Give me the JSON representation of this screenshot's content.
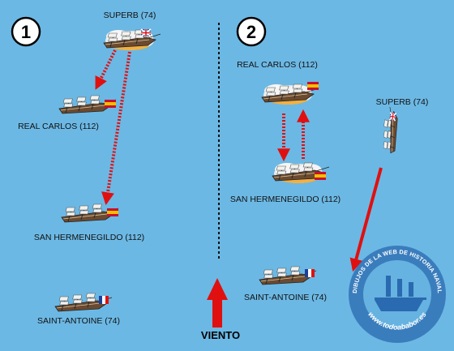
{
  "panel_1": {
    "number": "1",
    "labels": {
      "superb": "SUPERB (74)",
      "real_carlos": "REAL CARLOS (112)",
      "san_hermenegildo": "SAN HERMENEGILDO (112)",
      "saint_antoine": "SAINT-ANTOINE (74)"
    }
  },
  "panel_2": {
    "number": "2",
    "labels": {
      "real_carlos": "REAL CARLOS (112)",
      "superb": "SUPERB (74)",
      "san_hermenegildo": "SAN HERMENEGILDO (112)",
      "saint_antoine": "SAINT-ANTOINE (74)"
    }
  },
  "wind": {
    "label": "VIENTO"
  },
  "watermark": {
    "top_text": "DIBUJOS DE LA WEB DE HISTORIA NAVAL",
    "bottom_text": "www.todoababor.es"
  },
  "colors": {
    "sea": "#6cb8e4",
    "arrow_red": "#e01010",
    "spain_red": "#c8102e",
    "spain_yellow": "#f1bf00",
    "france_blue": "#1d3f9a",
    "watermark_blue": "#2a6ab0"
  }
}
